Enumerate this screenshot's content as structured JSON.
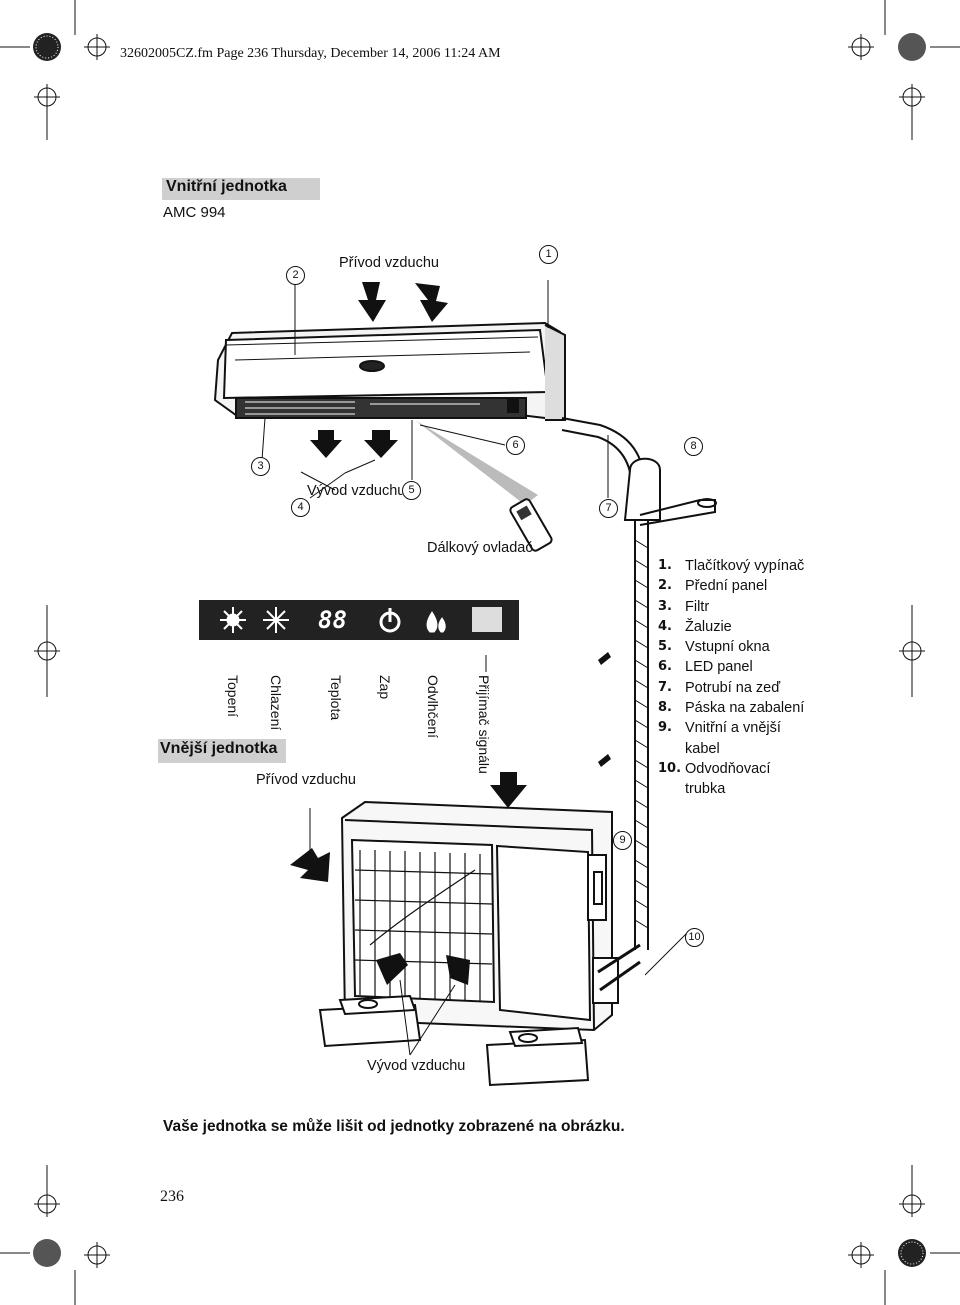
{
  "header": "32602005CZ.fm  Page 236  Thursday, December 14, 2006  11:24 AM",
  "indoor": {
    "title": "Vnitřní jednotka",
    "model": "AMC 994"
  },
  "labels": {
    "air_in_top": "Přívod vzduchu",
    "air_out_top": "Vývod vzduchu",
    "remote": "Dálkový ovladač",
    "outdoor_title": "Vnější jednotka",
    "air_in_outdoor": "Přívod vzduchu",
    "air_out_outdoor": "Vývod vzduchu"
  },
  "callouts": {
    "n1": "1",
    "n2": "2",
    "n3": "3",
    "n4": "4",
    "n5": "5",
    "n6": "6",
    "n7": "7",
    "n8": "8",
    "n9": "9",
    "n10": "10"
  },
  "led_panel": {
    "display": "88",
    "labels": [
      "Topení",
      "Chlazení",
      "Teplota",
      "Zap",
      "Odvlhčení",
      "Přijímač signálu"
    ]
  },
  "legend": [
    {
      "n": "1.",
      "t": "Tlačítkový vypínač"
    },
    {
      "n": "2.",
      "t": "Přední panel"
    },
    {
      "n": "3.",
      "t": "Filtr"
    },
    {
      "n": "4.",
      "t": "Žaluzie"
    },
    {
      "n": "5.",
      "t": "Vstupní okna"
    },
    {
      "n": "6.",
      "t": "LED panel"
    },
    {
      "n": "7.",
      "t": "Potrubí na zeď"
    },
    {
      "n": "8.",
      "t": "Páska na zabalení"
    },
    {
      "n": "9.",
      "t": "Vnitřní a vnější kabel"
    },
    {
      "n": "10.",
      "t": "Odvodňovací trubka"
    }
  ],
  "note": "Vaše jednotka se může lišit od jednotky zobrazené na obrázku.",
  "page_number": "236"
}
